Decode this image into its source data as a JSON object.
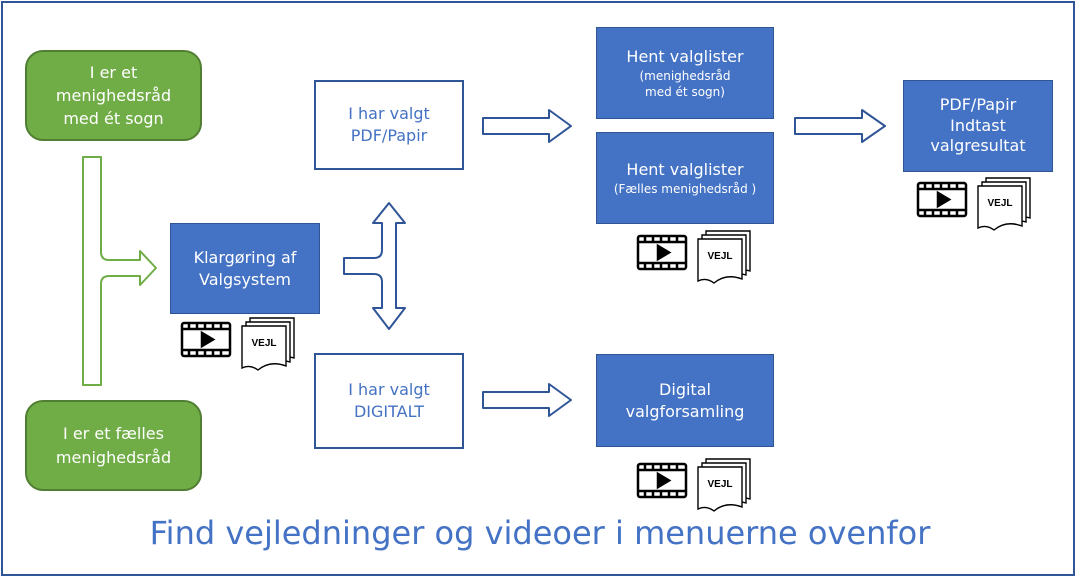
{
  "boxes": {
    "single_parish": [
      "I er et",
      "menighedsråd",
      "med ét sogn"
    ],
    "joint_council": [
      "I er et fælles",
      "menighedsråd"
    ],
    "prep_system": [
      "Klargøring af",
      "Valgsystem"
    ],
    "chose_pdf": [
      "I har valgt",
      "PDF/Papir"
    ],
    "chose_digital": [
      "I har valgt",
      "DIGITALT"
    ],
    "fetch_single": {
      "title": "Hent valglister",
      "sub": [
        "(menighedsråd",
        "med ét sogn)"
      ]
    },
    "fetch_joint": {
      "title": "Hent valglister",
      "sub": [
        "(Fælles menighedsråd )"
      ]
    },
    "digital_meeting": [
      "Digital",
      "valgforsamling"
    ],
    "pdf_enter": [
      "PDF/Papir",
      "Indtast",
      "valgresultat"
    ]
  },
  "guide_doc_label": "VEJL",
  "icons": {
    "video": "video-icon",
    "guide": "guide-document-icon"
  },
  "footer": "Find vejledninger og videoer i menuerne ovenfor",
  "colors": {
    "green": "#70ad47",
    "blue": "#4472c4",
    "dark_blue": "#2f5597"
  }
}
